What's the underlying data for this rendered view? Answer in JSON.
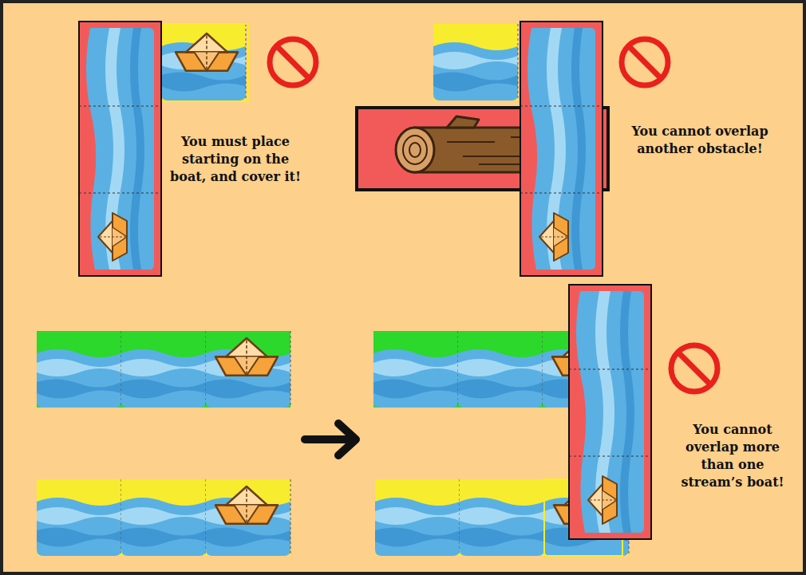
{
  "diagram": {
    "labels": [
      "You must place starting on the boat, and cover it!",
      "You cannot overlap another obstacle!",
      "You cannot overlap more than one stream’s boat!"
    ]
  }
}
